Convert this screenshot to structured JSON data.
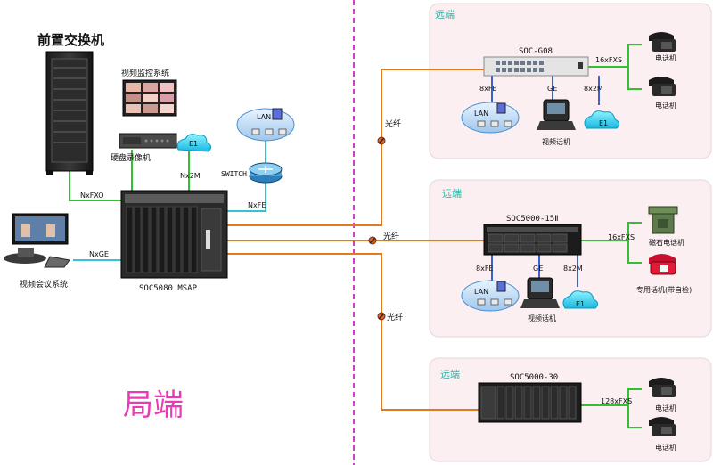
{
  "colors": {
    "fiber": "#e07a1f",
    "green_link": "#30c030",
    "cyan_link": "#33c3d6",
    "blue_link": "#3b62c9",
    "divider": "#d040c8",
    "panel_bg": "#fbeff2",
    "remote_label": "#2fb5a8",
    "local_label": "#e83cb4"
  },
  "local": {
    "title": "前置交换机",
    "big_label": "局端",
    "video_monitor": "视频监控系统",
    "dvr": "硬盘录像机",
    "e1": "E1",
    "nx2m": "Nx2M",
    "switch": "SWITCH",
    "nxfe": "NxFE",
    "nxfxo": "NxFXO",
    "nxge": "NxGE",
    "lan": "LAN",
    "msap": "SOC5080 MSAP",
    "video_conf": "视频会议系统"
  },
  "fiber_labels": [
    "光纤",
    "光纤",
    "光纤"
  ],
  "sites": [
    {
      "region": "远端",
      "device": "SOC-G08",
      "lan": "LAN",
      "fe": "8xFE",
      "ge": "GE",
      "e1_link": "8x2M",
      "e1": "E1",
      "fxs": "16xFXS",
      "videophone": "视频话机",
      "phones": [
        "电话机",
        "电话机"
      ]
    },
    {
      "region": "远端",
      "device": "SOC5000-15Ⅱ",
      "lan": "LAN",
      "fe": "8xFE",
      "ge": "GE",
      "e1_link": "8x2M",
      "e1": "E1",
      "fxs": "16xFXS",
      "videophone": "视频话机",
      "phones": [
        "磁石电话机",
        "专用话机(带自检)"
      ]
    },
    {
      "region": "远端",
      "device": "SOC5000-30",
      "fxs": "128xFXS",
      "phones": [
        "电话机",
        "电话机"
      ]
    }
  ]
}
